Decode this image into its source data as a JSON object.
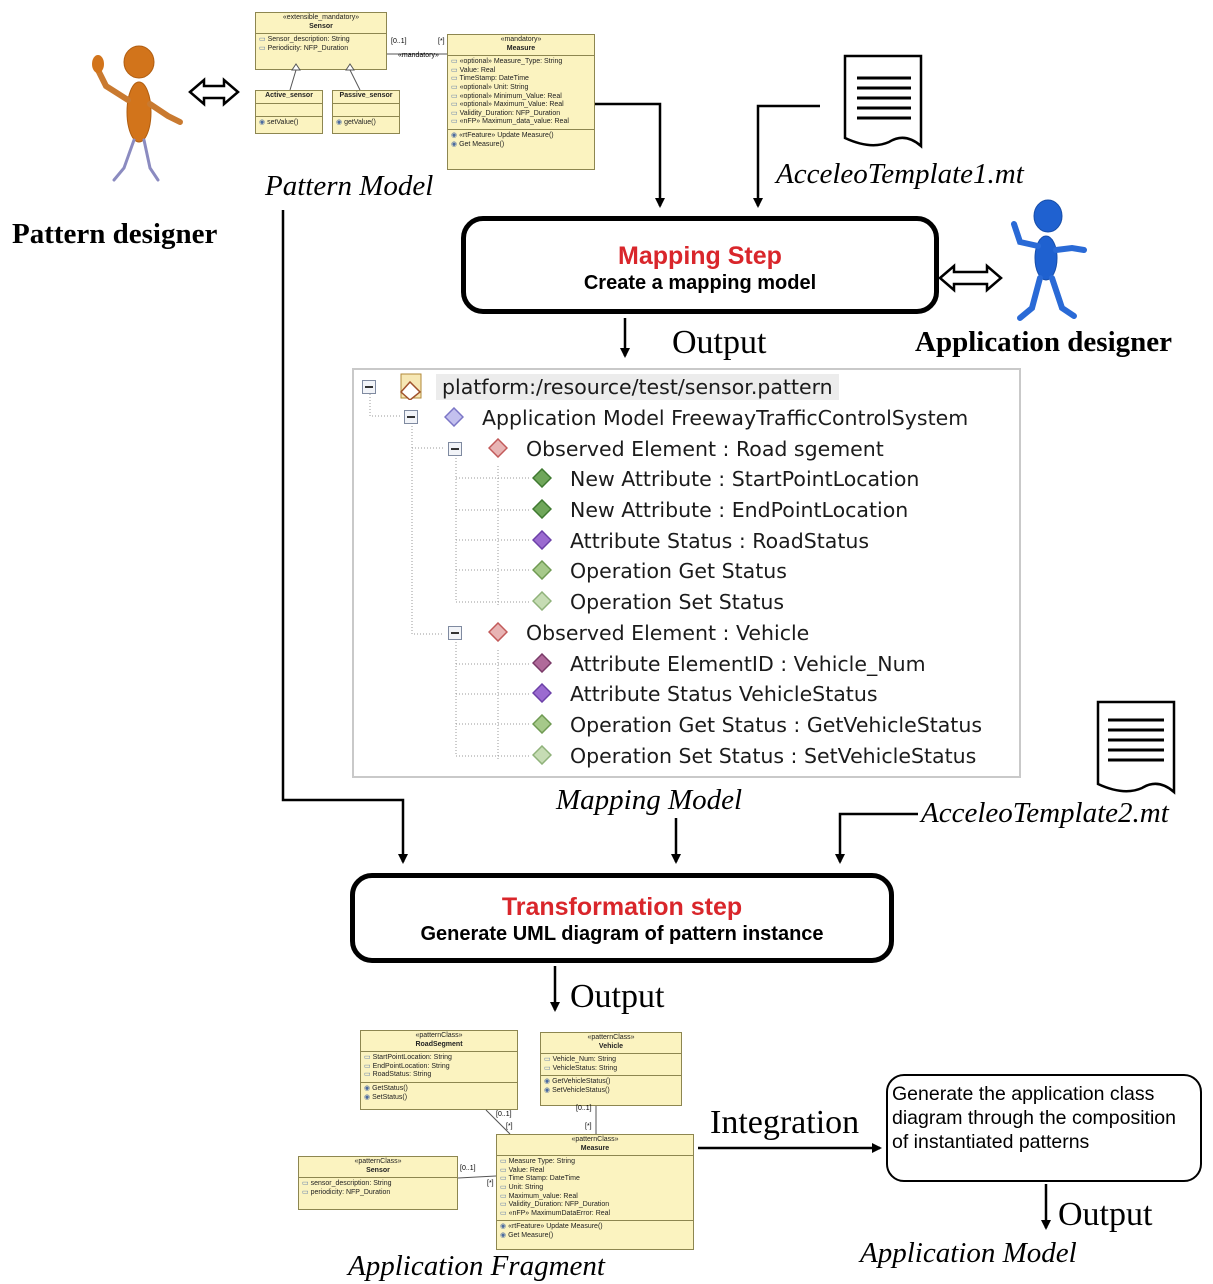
{
  "labels": {
    "pattern_designer": "Pattern designer",
    "pattern_model": "Pattern Model",
    "acceleo_template1": "AcceleoTemplate1.mt",
    "application_designer": "Application designer",
    "mapping_output": "Output",
    "mapping_model": "Mapping Model",
    "acceleo_template2": "AcceleoTemplate2.mt",
    "transformation_output": "Output",
    "integration": "Integration",
    "final_output": "Output",
    "application_model": "Application Model",
    "application_fragment": "Application Fragment"
  },
  "mapping_step": {
    "title": "Mapping Step",
    "subtitle": "Create a mapping model"
  },
  "transformation_step": {
    "title": "Transformation step",
    "subtitle": "Generate UML diagram of pattern instance"
  },
  "integration_note": {
    "line1": "Generate the application class",
    "line2": "diagram through the composition",
    "line3": "of instantiated patterns"
  },
  "mapping_tree": {
    "root": "platform:/resource/test/sensor.pattern",
    "app_model": "Application Model FreewayTrafficControlSystem",
    "elements": [
      {
        "label": "Observed Element : Road sgement",
        "children": [
          "New Attribute : StartPointLocation",
          "New Attribute : EndPointLocation",
          "Attribute Status : RoadStatus",
          "Operation Get Status",
          "Operation Set Status"
        ]
      },
      {
        "label": "Observed Element : Vehicle",
        "children": [
          "Attribute  ElementID  : Vehicle_Num",
          "Attribute Status VehicleStatus",
          "Operation Get Status : GetVehicleStatus",
          "Operation Set Status : SetVehicleStatus"
        ]
      }
    ]
  },
  "pattern_model_uml": {
    "sensor": {
      "stereotype": "«extensible_mandatory»",
      "name": "Sensor",
      "attrs": [
        "Sensor_description: String",
        "Periodicity: NFP_Duration"
      ]
    },
    "active_sensor": {
      "name": "Active_sensor",
      "ops": [
        "setValue()"
      ]
    },
    "passive_sensor": {
      "name": "Passive_sensor",
      "ops": [
        "getValue()"
      ]
    },
    "measure": {
      "stereotype": "«mandatory»",
      "name": "Measure",
      "attrs": [
        "«optional» Measure_Type: String",
        "Value: Real",
        "TimeStamp: DateTime",
        "«optional» Unit: String",
        "«optional» Minimum_Value: Real",
        "«optional» Maximum_Value: Real",
        "Validity_Duration: NFP_Duration",
        "«nFP» Maximum_data_value: Real"
      ],
      "ops": [
        "«rtFeature» Update Measure()",
        "Get Measure()"
      ]
    },
    "assoc_mult_left": "[0..1]",
    "assoc_mult_right": "[*]",
    "assoc_label": "«mandatory»"
  },
  "fragment_uml": {
    "road_segment": {
      "stereotype": "«patternClass»",
      "name": "RoadSegment",
      "attrs": [
        "StartPointLocation: String",
        "EndPointLocation: String",
        "RoadStatus: String"
      ],
      "ops": [
        "GetStatus()",
        "SetStatus()"
      ]
    },
    "vehicle": {
      "stereotype": "«patternClass»",
      "name": "Vehicle",
      "attrs": [
        "Vehicle_Num: String",
        "VehicleStatus: String"
      ],
      "ops": [
        "GetVehicleStatus()",
        "SetVehicleStatus()"
      ]
    },
    "sensor": {
      "stereotype": "«patternClass»",
      "name": "Sensor",
      "attrs": [
        "sensor_description: String",
        "periodicity: NFP_Duration"
      ]
    },
    "measure": {
      "stereotype": "«patternClass»",
      "name": "Measure",
      "attrs": [
        "Measure Type: String",
        "Value: Real",
        "Time Stamp: DateTime",
        "Unit: String",
        "Maximum_value: Real",
        "Validity_Duration: NFP_Duration",
        "«nFP» MaximumDataError: Real"
      ],
      "ops": [
        "«rtFeature» Update Measure()",
        "Get Measure()"
      ]
    },
    "mult_01": "[0..1]",
    "mult_star": "[*]"
  }
}
